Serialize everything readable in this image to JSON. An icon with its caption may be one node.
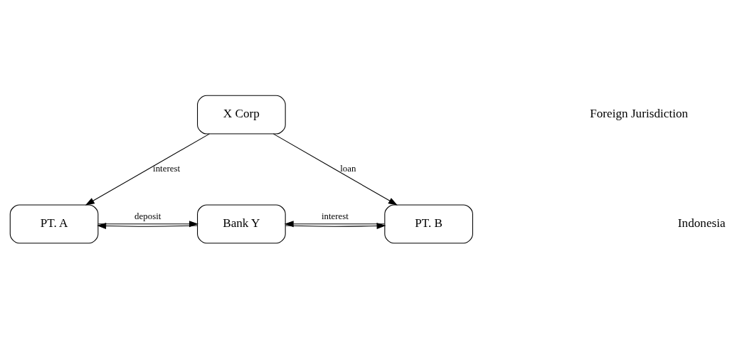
{
  "diagram": {
    "nodes": [
      {
        "text": [
          "X Corp"
        ]
      },
      {
        "text": [
          "PT. A"
        ]
      },
      {
        "text": [
          "Bank Y"
        ]
      },
      {
        "text": [
          "PT. B"
        ]
      }
    ],
    "edges": [
      {
        "from": 0,
        "to": 1,
        "arrow": "to",
        "label": "interest"
      },
      {
        "from": 0,
        "to": 3,
        "arrow": "to",
        "label": "loan"
      },
      {
        "from": 2,
        "to": 1,
        "arrow": "to"
      },
      {
        "from": 1,
        "to": 2,
        "arrow": "to",
        "label": "deposit"
      },
      {
        "from": 2,
        "to": 3,
        "arrow": "to"
      },
      {
        "from": 3,
        "to": 2,
        "arrow": "to",
        "label": "interest"
      }
    ],
    "labels": [
      "Foreign Jurisdiction",
      "Indonesia"
    ]
  }
}
